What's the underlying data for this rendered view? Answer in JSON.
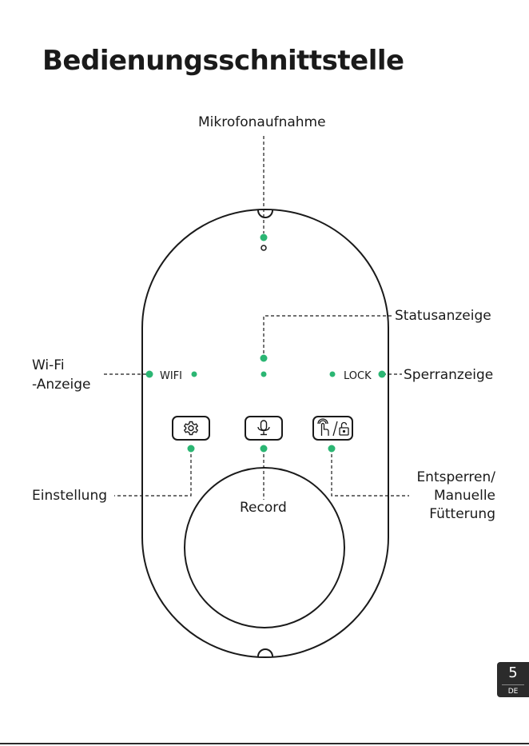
{
  "title": "Bedienungsschnittstelle",
  "callouts": {
    "microphone": "Mikrofonaufnahme",
    "status": "Statusanzeige",
    "wifi_line1": "Wi-Fi",
    "wifi_line2": "-Anzeige",
    "lock": "Sperranzeige",
    "settings": "Einstellung",
    "record": "Record",
    "unlock_line1": "Entsperren/",
    "unlock_line2": "Manuelle",
    "unlock_line3": "Fütterung"
  },
  "device": {
    "wifi_text": "WIFI",
    "lock_text": "LOCK",
    "led_color": "#2bb673",
    "buttons": [
      {
        "name": "settings-button",
        "icon": "gear-icon"
      },
      {
        "name": "record-button",
        "icon": "microphone-icon"
      },
      {
        "name": "unlock-feed-button",
        "icon": "hand-tap-lock-icon"
      }
    ]
  },
  "page": {
    "number": "5",
    "language": "DE"
  }
}
